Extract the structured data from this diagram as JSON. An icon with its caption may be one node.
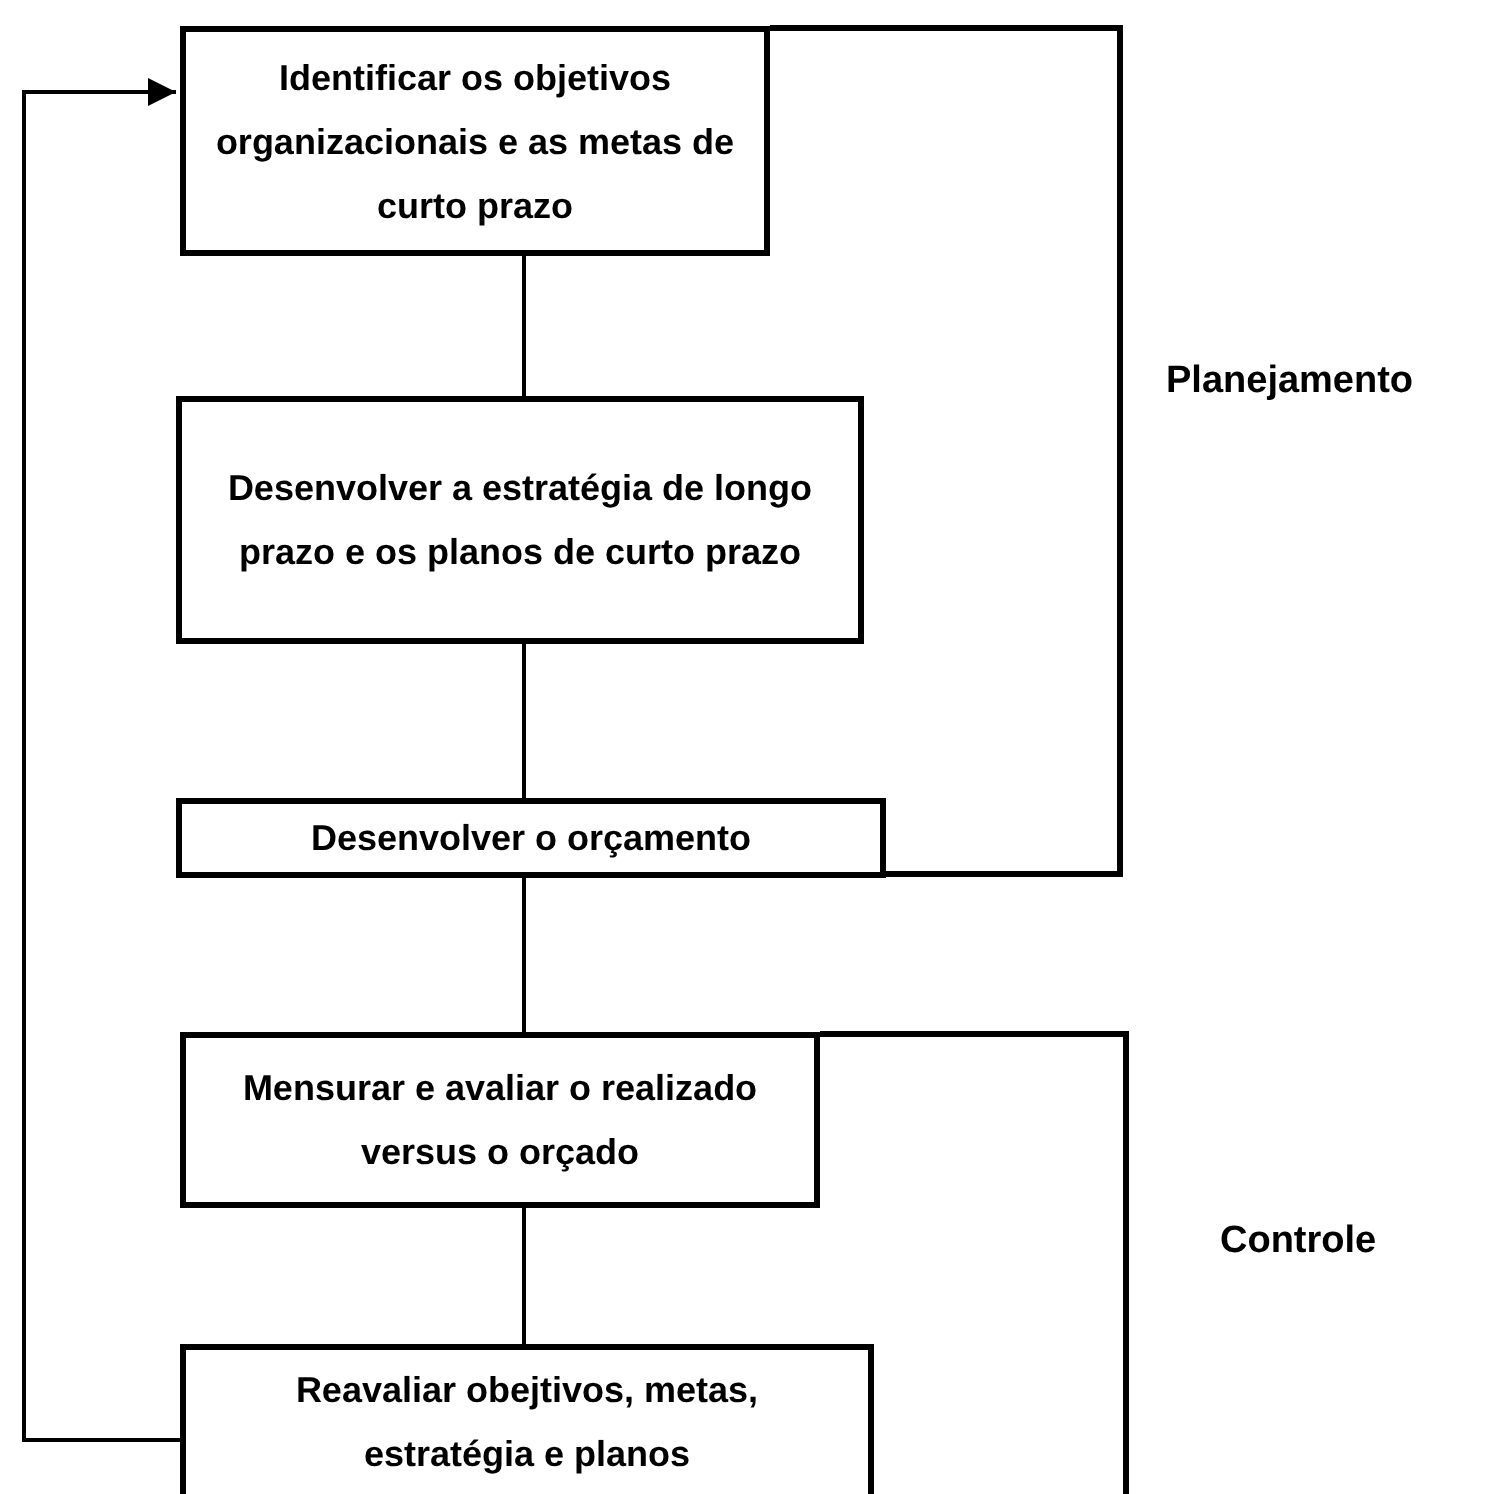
{
  "diagram": {
    "nodes": [
      {
        "text": [
          "Identificar os objetivos organizacionais e as metas de curto prazo"
        ]
      },
      {
        "text": [
          "Desenvolver a estratégia de longo prazo e os planos de curto prazo"
        ]
      },
      {
        "text": [
          "Desenvolver o orçamento"
        ]
      },
      {
        "text": [
          "Mensurar e avaliar o realizado versus o orçado"
        ]
      },
      {
        "text": [
          "Reavaliar obejtivos, metas, estratégia e planos"
        ]
      }
    ],
    "edges": [
      {
        "from": 0,
        "to": 1,
        "arrow": "none"
      },
      {
        "from": 1,
        "to": 2,
        "arrow": "none"
      },
      {
        "from": 2,
        "to": 3,
        "arrow": "none"
      },
      {
        "from": 3,
        "to": 4,
        "arrow": "none"
      },
      {
        "from": 4,
        "to": 0,
        "arrow": "to"
      }
    ],
    "labels": [
      "Planejamento",
      "Controle"
    ]
  }
}
